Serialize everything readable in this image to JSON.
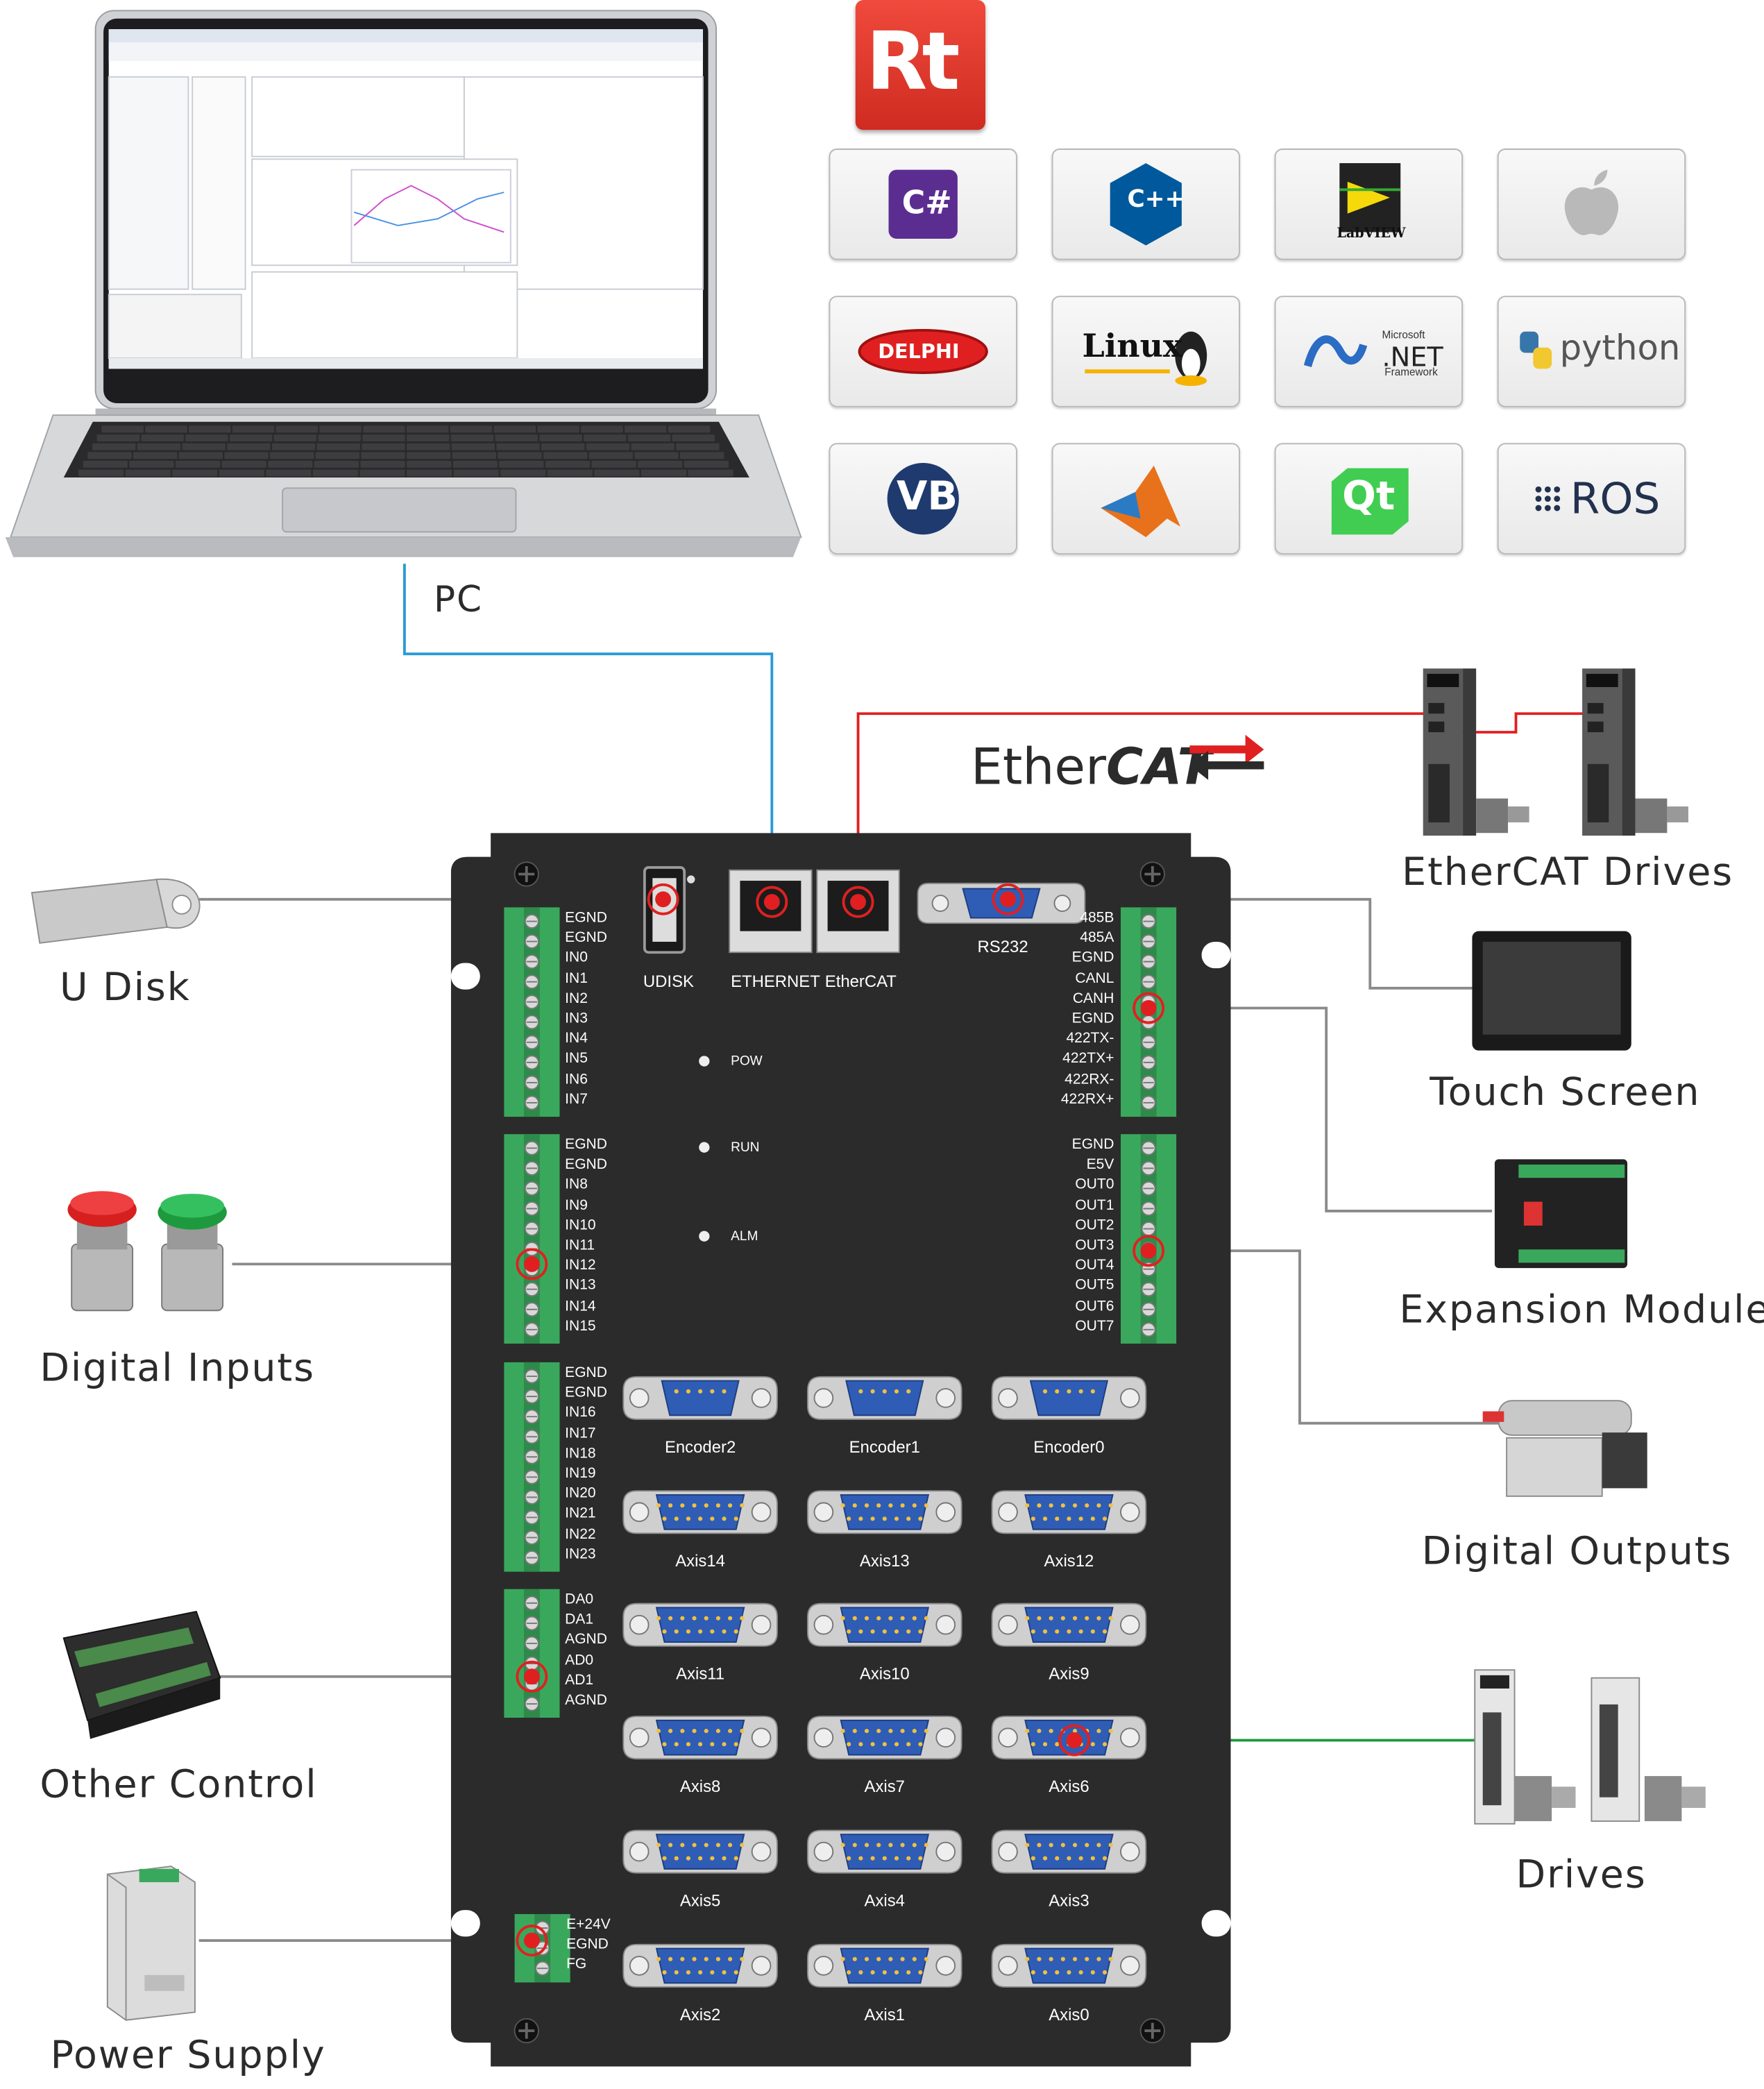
{
  "pc": {
    "label": "PC"
  },
  "logo": {
    "text": "Rt",
    "color": "#e03a2f"
  },
  "ethercat": {
    "logo_left": "Ether",
    "logo_right": "CAT"
  },
  "languages": [
    {
      "name": "csharp-icon",
      "text": "C#"
    },
    {
      "name": "cplusplus-icon",
      "text": "C++"
    },
    {
      "name": "labview-icon",
      "text": "LabVIEW"
    },
    {
      "name": "apple-icon",
      "text": ""
    },
    {
      "name": "delphi-icon",
      "text": "DELPHI"
    },
    {
      "name": "linux-icon",
      "text": "Linux"
    },
    {
      "name": "dotnet-icon",
      "text": ".NET",
      "sub1": "Microsoft",
      "sub2": "Framework"
    },
    {
      "name": "python-icon",
      "text": "python"
    },
    {
      "name": "vb-icon",
      "text": "VB"
    },
    {
      "name": "matlab-icon",
      "text": ""
    },
    {
      "name": "qt-icon",
      "text": "Qt"
    },
    {
      "name": "ros-icon",
      "text": "ROS"
    }
  ],
  "left_devices": {
    "udisk": "U Disk",
    "digital_inputs": "Digital Inputs",
    "other_control": "Other Control",
    "power_supply": "Power Supply"
  },
  "right_devices": {
    "ethercat_drives": "EtherCAT Drives",
    "touch_screen": "Touch  Screen",
    "expansion_module": "Expansion Module",
    "digital_outputs": "Digital  Outputs",
    "drives": "Drives"
  },
  "controller": {
    "ports": {
      "udisk": "UDISK",
      "ethernet": "ETHERNET",
      "ethercat": "EtherCAT",
      "rs232": "RS232"
    },
    "leds": [
      "POW",
      "RUN",
      "ALM"
    ],
    "terminal1": [
      "EGND",
      "EGND",
      "IN0",
      "IN1",
      "IN2",
      "IN3",
      "IN4",
      "IN5",
      "IN6",
      "IN7"
    ],
    "terminal2": [
      "EGND",
      "EGND",
      "IN8",
      "IN9",
      "IN10",
      "IN11",
      "IN12",
      "IN13",
      "IN14",
      "IN15"
    ],
    "terminal3": [
      "EGND",
      "EGND",
      "IN16",
      "IN17",
      "IN18",
      "IN19",
      "IN20",
      "IN21",
      "IN22",
      "IN23"
    ],
    "terminal4": [
      "DA0",
      "DA1",
      "AGND",
      "AD0",
      "AD1",
      "AGND"
    ],
    "terminal5": [
      "E+24V",
      "EGND",
      "FG"
    ],
    "terminal_r1": [
      "485B",
      "485A",
      "EGND",
      "CANL",
      "CANH",
      "EGND",
      "422TX-",
      "422TX+",
      "422RX-",
      "422RX+"
    ],
    "terminal_r2": [
      "EGND",
      "E5V",
      "OUT0",
      "OUT1",
      "OUT2",
      "OUT3",
      "OUT4",
      "OUT5",
      "OUT6",
      "OUT7"
    ],
    "encoders": [
      "Encoder2",
      "Encoder1",
      "Encoder0"
    ],
    "axes": [
      "Axis14",
      "Axis13",
      "Axis12",
      "Axis11",
      "Axis10",
      "Axis9",
      "Axis8",
      "Axis7",
      "Axis6",
      "Axis5",
      "Axis4",
      "Axis3",
      "Axis2",
      "Axis1",
      "Axis0"
    ]
  },
  "colors": {
    "blue_line": "#2a9ad6",
    "red_line": "#e02020",
    "green_line": "#1a9a3a",
    "gray_line": "#8a8a8a",
    "panel": "#2a2a2a",
    "terminal": "#3aa85c"
  }
}
